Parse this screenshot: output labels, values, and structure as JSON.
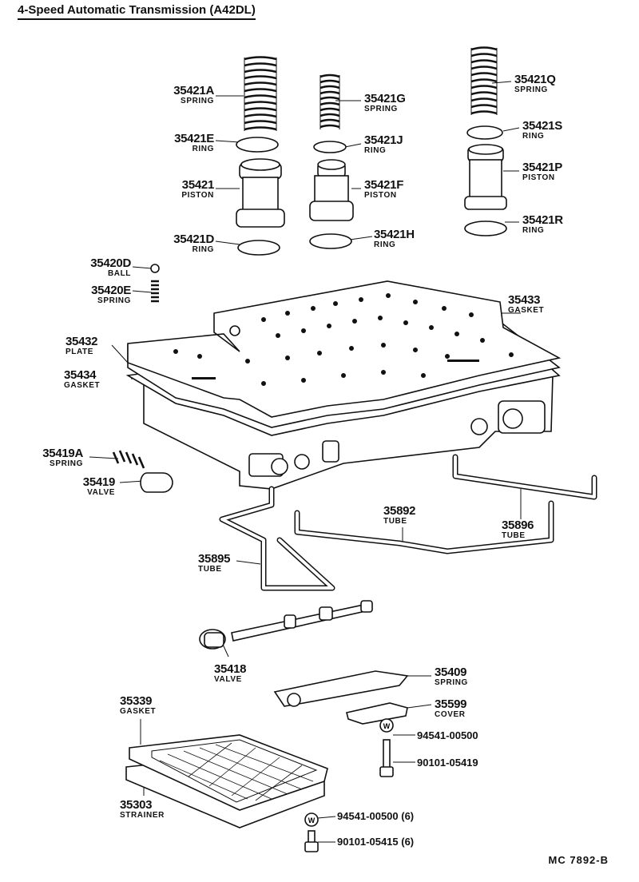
{
  "title": "4-Speed Automatic Transmission (A42DL)",
  "reference": "MC 7892-B",
  "parts": {
    "p35421A": {
      "num": "35421A",
      "name": "SPRING"
    },
    "p35421E": {
      "num": "35421E",
      "name": "RING"
    },
    "p35421": {
      "num": "35421",
      "name": "PISTON"
    },
    "p35421D": {
      "num": "35421D",
      "name": "RING"
    },
    "p35421G": {
      "num": "35421G",
      "name": "SPRING"
    },
    "p35421J": {
      "num": "35421J",
      "name": "RING"
    },
    "p35421F": {
      "num": "35421F",
      "name": "PISTON"
    },
    "p35421H": {
      "num": "35421H",
      "name": "RING"
    },
    "p35421Q": {
      "num": "35421Q",
      "name": "SPRING"
    },
    "p35421S": {
      "num": "35421S",
      "name": "RING"
    },
    "p35421P": {
      "num": "35421P",
      "name": "PISTON"
    },
    "p35421R": {
      "num": "35421R",
      "name": "RING"
    },
    "p35420D": {
      "num": "35420D",
      "name": "BALL"
    },
    "p35420E": {
      "num": "35420E",
      "name": "SPRING"
    },
    "p35433": {
      "num": "35433",
      "name": "GASKET"
    },
    "p35432": {
      "num": "35432",
      "name": "PLATE"
    },
    "p35434": {
      "num": "35434",
      "name": "GASKET"
    },
    "p35419A": {
      "num": "35419A",
      "name": "SPRING"
    },
    "p35419": {
      "num": "35419",
      "name": "VALVE"
    },
    "p35892": {
      "num": "35892",
      "name": "TUBE"
    },
    "p35896": {
      "num": "35896",
      "name": "TUBE"
    },
    "p35895": {
      "num": "35895",
      "name": "TUBE"
    },
    "p35418": {
      "num": "35418",
      "name": "VALVE"
    },
    "p35409": {
      "num": "35409",
      "name": "SPRING"
    },
    "p35599": {
      "num": "35599",
      "name": "COVER"
    },
    "p35339": {
      "num": "35339",
      "name": "GASKET"
    },
    "p35303": {
      "num": "35303",
      "name": "STRAINER"
    }
  },
  "fasteners": {
    "f1": "94541-00500",
    "f2": "90101-05419",
    "f3": "94541-00500 (6)",
    "f4": "90101-05415 (6)"
  },
  "washer_mark": "W"
}
